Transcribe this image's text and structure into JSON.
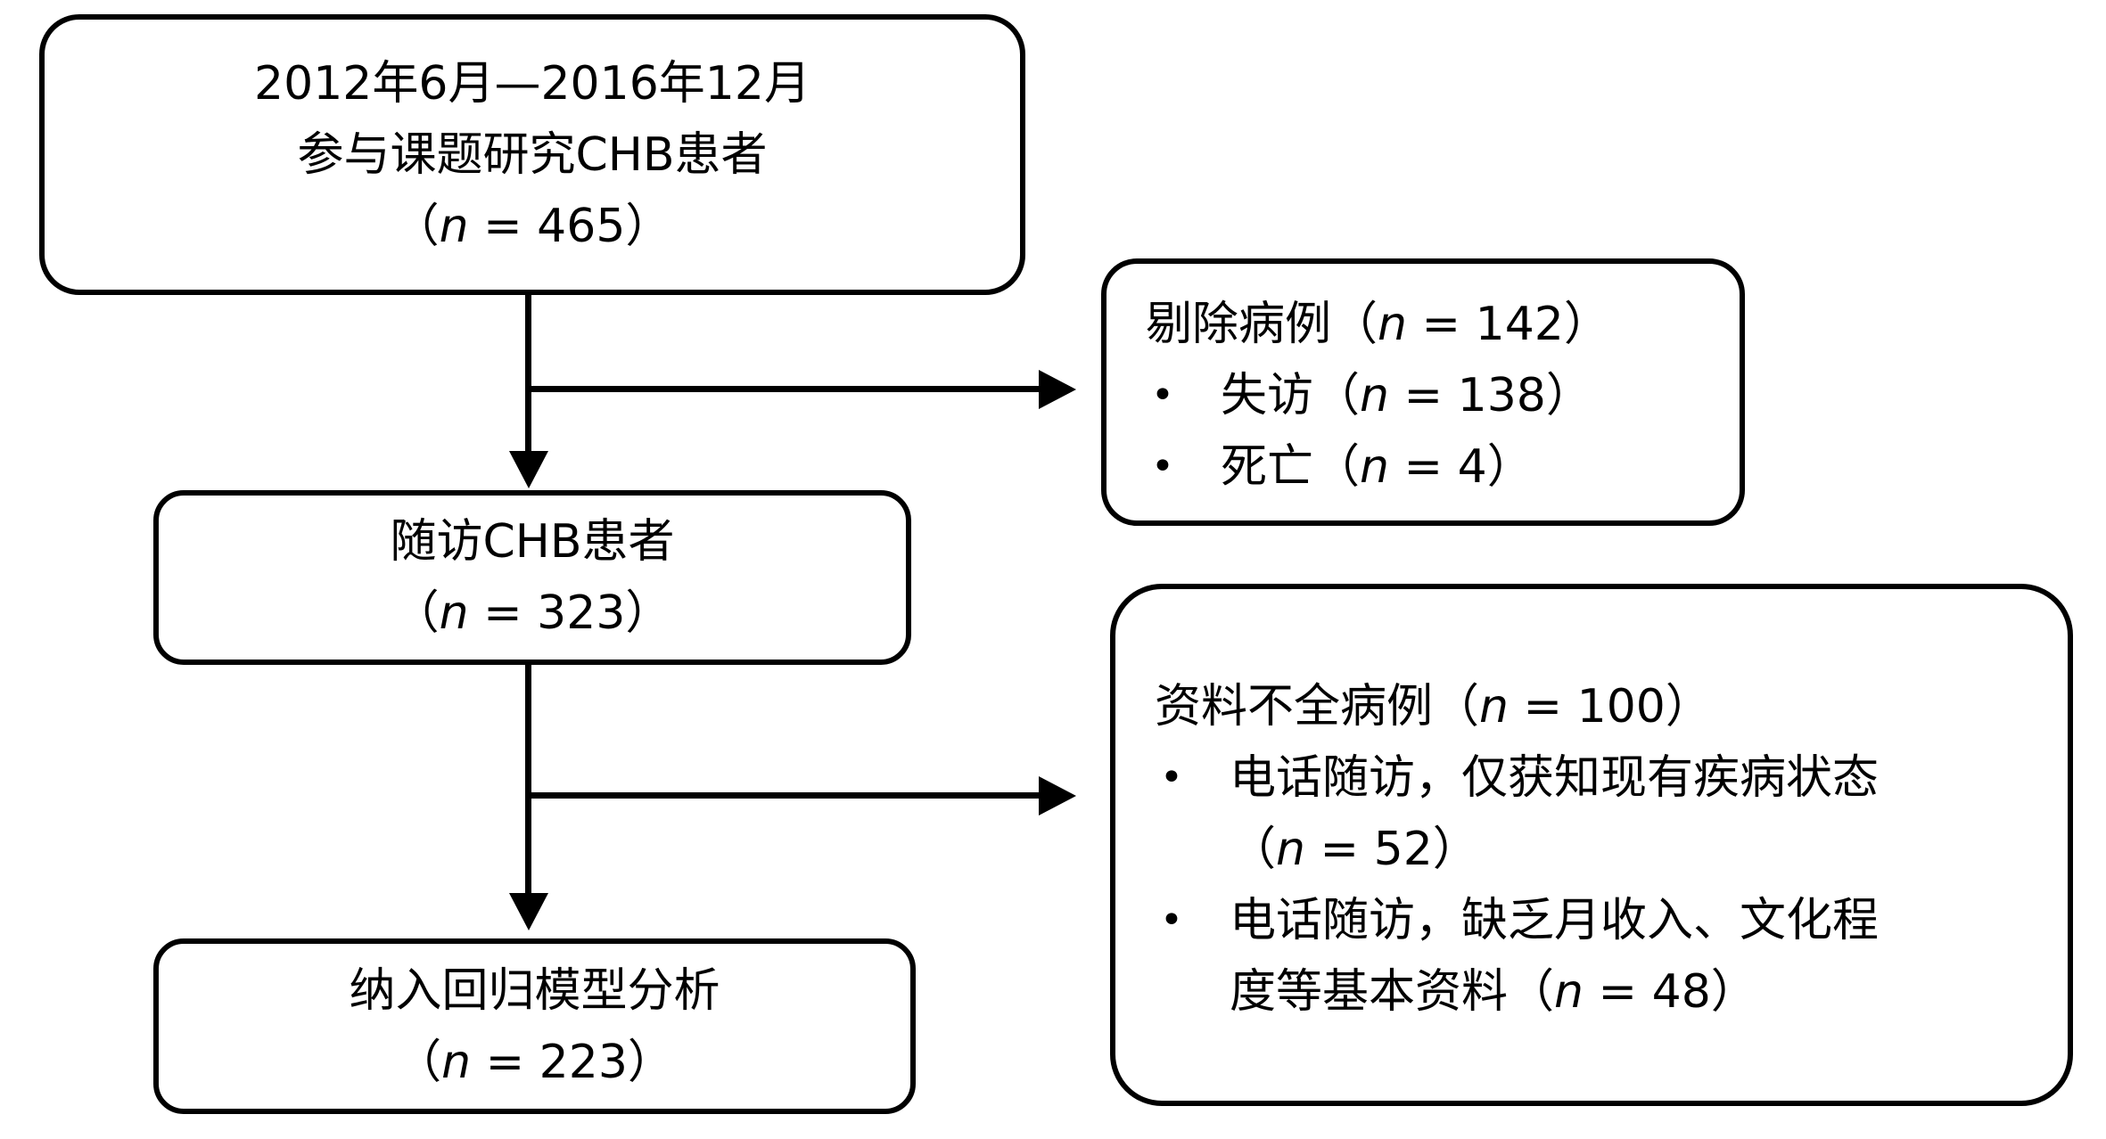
{
  "figure": {
    "type": "flowchart",
    "background_color": "#ffffff",
    "stroke_color": "#000000",
    "description": "Patient enrollment flow diagram for CHB study"
  },
  "boxes": {
    "enrolled": {
      "line1": "2012年6月—2016年12月",
      "line2": "参与课题研究CHB患者",
      "count_pre": "（",
      "count_n": "n",
      "count_post": " = 465）"
    },
    "excluded": {
      "title_pre": "剔除病例（",
      "title_n": "n",
      "title_post": " = 142）",
      "bullet_glyph": "•",
      "item1_pre": "失访（",
      "item1_n": "n",
      "item1_post": " = 138）",
      "item2_pre": "死亡（",
      "item2_n": "n",
      "item2_post": " = 4）"
    },
    "followed": {
      "line1": "随访CHB患者",
      "count_pre": "（",
      "count_n": "n",
      "count_post": " = 323）"
    },
    "incomplete": {
      "title_pre": "资料不全病例（",
      "title_n": "n",
      "title_post": " = 100）",
      "bullet_glyph": "•",
      "item1_line1": "电话随访，仅获知现有疾病状态",
      "item1_count_pre": "（",
      "item1_count_n": "n",
      "item1_count_post": " = 52）",
      "item2_line1": "电话随访，缺乏月收入、文化程",
      "item2_line2_pre": "度等基本资料（",
      "item2_line2_n": "n",
      "item2_line2_post": " = 48）"
    },
    "model": {
      "line1": "纳入回归模型分析",
      "count_pre": "（",
      "count_n": "n",
      "count_post": " = 223）"
    }
  }
}
